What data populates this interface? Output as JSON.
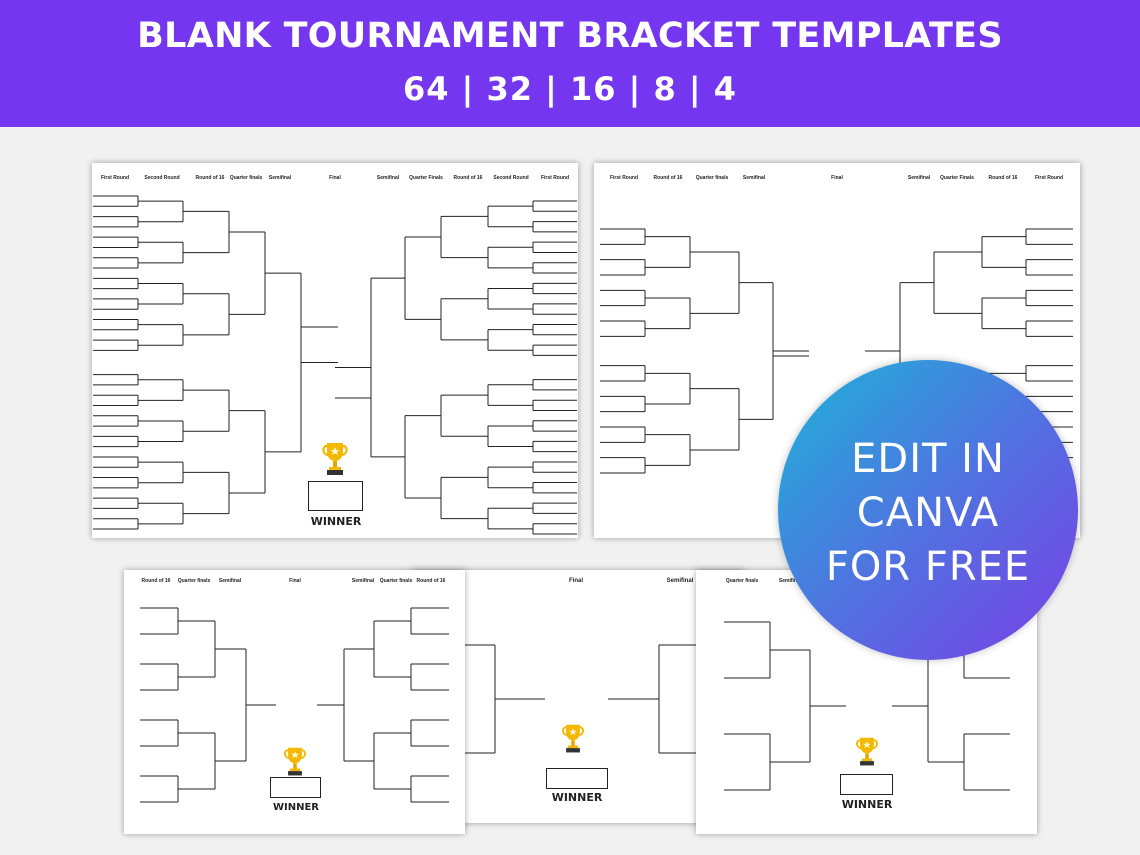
{
  "banner": {
    "title": "BLANK TOURNAMENT BRACKET TEMPLATES",
    "sizes": "64 | 32 | 16 | 8 | 4",
    "color": "#7436ee"
  },
  "badge": {
    "line1": "EDIT IN",
    "line2": "CANVA",
    "line3": "FOR FREE"
  },
  "winner_label": "WINNER",
  "templates": {
    "t64": {
      "rounds": [
        "First Round",
        "Second Round",
        "Round of 16",
        "Quarter finals",
        "Semifinal",
        "Final",
        "Semifinal",
        "Quarter Finals",
        "Round of 16",
        "Second Round",
        "First Round"
      ]
    },
    "t32": {
      "rounds": [
        "First Round",
        "Round of 16",
        "Quarter finals",
        "Semifinal",
        "Final",
        "Semifinal",
        "Quarter Finals",
        "Round of 16",
        "First Round"
      ]
    },
    "t16": {
      "rounds": [
        "Round of 16",
        "Quarter finals",
        "Semifinal",
        "Final",
        "Semifinal",
        "Quarter finals",
        "Round of 16"
      ]
    },
    "t4": {
      "rounds": [
        "Final",
        "Semifinal"
      ]
    },
    "t8": {
      "rounds": [
        "Quarter finals",
        "Semifinal"
      ]
    }
  }
}
